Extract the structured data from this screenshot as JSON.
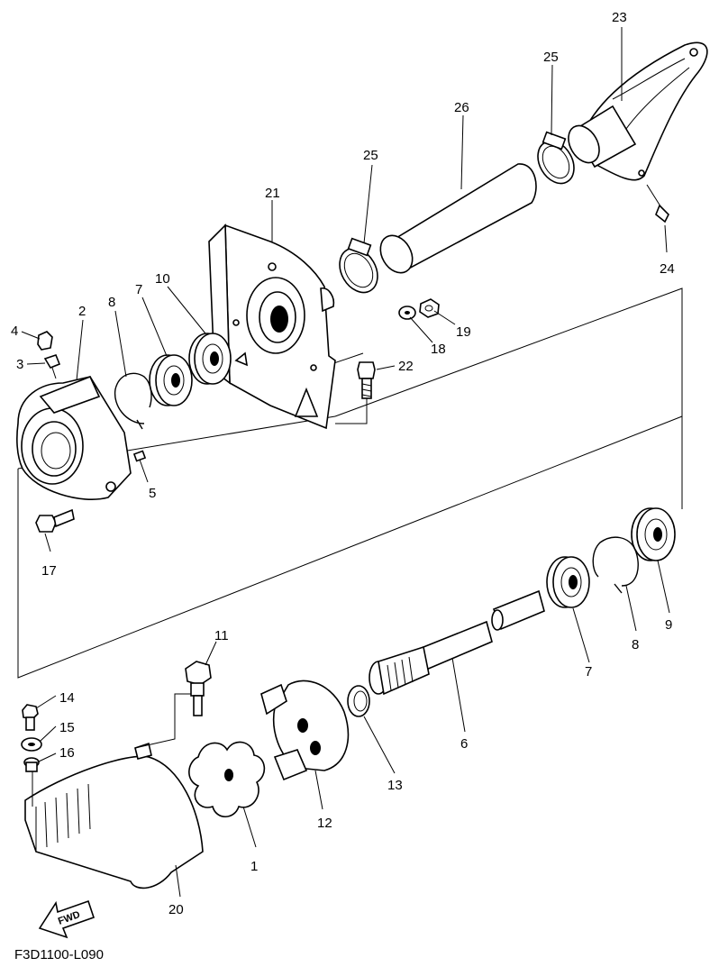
{
  "diagram": {
    "drawing_code": "F3D1100-L090",
    "direction_marker": "FWD",
    "callouts": [
      "1",
      "2",
      "3",
      "4",
      "5",
      "6",
      "7",
      "7",
      "8",
      "8",
      "9",
      "10",
      "11",
      "12",
      "13",
      "14",
      "15",
      "16",
      "17",
      "18",
      "19",
      "20",
      "21",
      "22",
      "23",
      "24",
      "25",
      "25",
      "26"
    ]
  }
}
